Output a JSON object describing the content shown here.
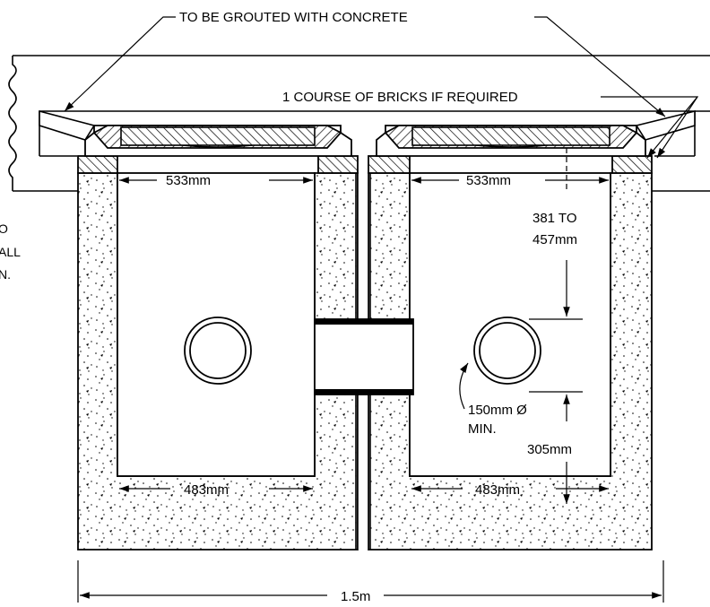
{
  "labels": {
    "grouted": "TO BE GROUTED WITH CONCRETE",
    "bricks_course": "1 COURSE OF BRICKS IF REQUIRED",
    "opening_width_left": "533mm",
    "opening_width_right": "533mm",
    "depth_range_line1": "381 TO",
    "depth_range_line2": "457mm",
    "pipe_diameter_line1": "150mm Ø",
    "pipe_diameter_line2": "MIN.",
    "pipe_height": "305mm",
    "base_width_left": "483mm",
    "base_width_right": "483mm",
    "overall_width": "1.5m",
    "cut_off_line1": "O",
    "cut_off_line2": "ALL",
    "cut_off_line3": "N."
  }
}
